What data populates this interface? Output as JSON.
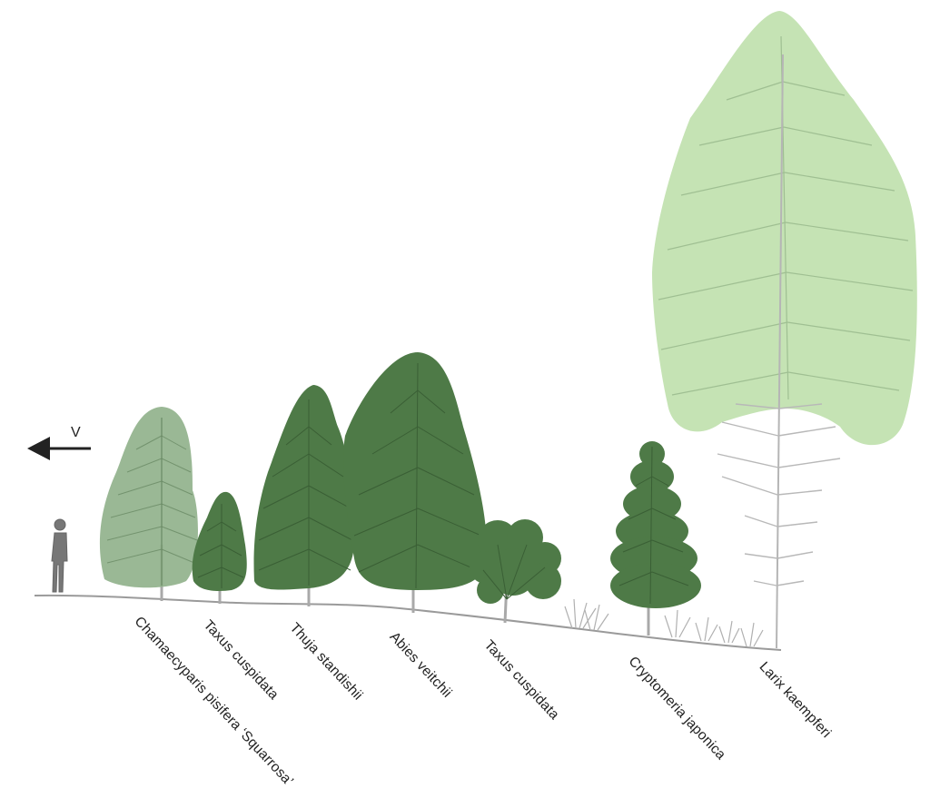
{
  "diagram": {
    "direction_letter": "V",
    "trees": [
      {
        "label": "Chamaecyparis pisifera ‘Squarrosa’",
        "color": "#8fb08a"
      },
      {
        "label": "Taxus cuspidata",
        "color": "#4e7a47"
      },
      {
        "label": "Thuja standishii",
        "color": "#4e7a47"
      },
      {
        "label": "Abies veitchii",
        "color": "#4e7a47"
      },
      {
        "label": "Taxus cuspidata",
        "color": "#4e7a47"
      },
      {
        "label": "Cryptomeria japonica",
        "color": "#4e7a47"
      },
      {
        "label": "Larix kaempferi",
        "color": "#c5e3b4"
      }
    ]
  },
  "colors": {
    "dark_green": "#4e7a47",
    "sage_green": "#8fb08a",
    "light_green": "#c5e3b4",
    "trunk_gray": "#a9a9a9",
    "ground": "#9a9a9a"
  }
}
